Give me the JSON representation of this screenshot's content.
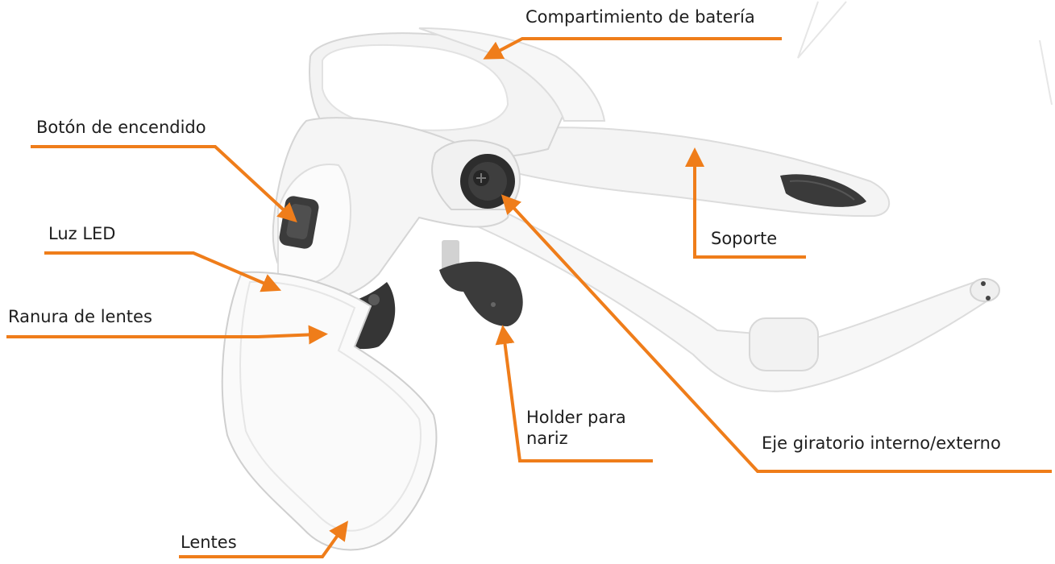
{
  "accent_color": "#ef7d1a",
  "labels": {
    "battery": "Compartimiento de batería",
    "power_button": "Botón de encendido",
    "led": "Luz LED",
    "lens_slot": "Ranura de lentes",
    "nose_holder": "Holder para\nnariz",
    "axis": "Eje giratorio interno/externo",
    "support": "Soporte",
    "lenses": "Lentes"
  }
}
